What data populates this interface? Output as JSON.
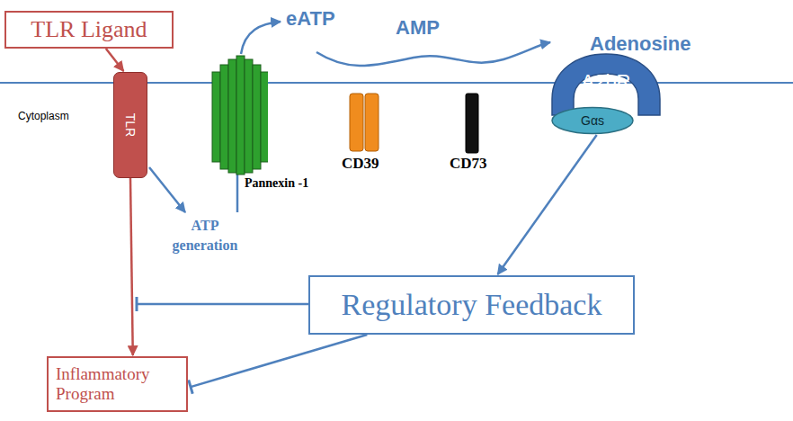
{
  "diagram": {
    "nodes": [
      {
        "text": [
          "TLR Ligand"
        ]
      },
      {
        "text": [
          "TLR"
        ]
      },
      {
        "text": [
          "Pannexin -1"
        ]
      },
      {
        "text": [
          "CD39"
        ]
      },
      {
        "text": [
          "CD73"
        ]
      },
      {
        "text": [
          "A2bR"
        ]
      },
      {
        "text": [
          "Gαs"
        ]
      },
      {
        "text": [
          "Regulatory Feedback"
        ]
      },
      {
        "text": [
          "Inflammatory Program"
        ]
      }
    ],
    "edges": [
      {
        "from": 0,
        "to": 1,
        "arrow": "to"
      },
      {
        "from": 1,
        "to": 8,
        "arrow": "to"
      },
      {
        "from": 6,
        "to": 7,
        "arrow": "to"
      },
      {
        "from": 7,
        "to": 8,
        "arrow": "to"
      }
    ],
    "labels": [
      "eATP",
      "AMP",
      "Adenosine",
      "Cytoplasm",
      "ATP generation"
    ]
  }
}
